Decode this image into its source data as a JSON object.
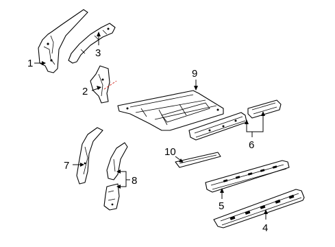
{
  "diagram": {
    "callouts": {
      "c1": "1",
      "c2": "2",
      "c3": "3",
      "c4": "4",
      "c5": "5",
      "c6": "6",
      "c7": "7",
      "c8": "8",
      "c9": "9",
      "c10": "10"
    },
    "colors": {
      "line": "#000000",
      "background": "#ffffff",
      "accent_dashed": "#d0342c"
    }
  }
}
